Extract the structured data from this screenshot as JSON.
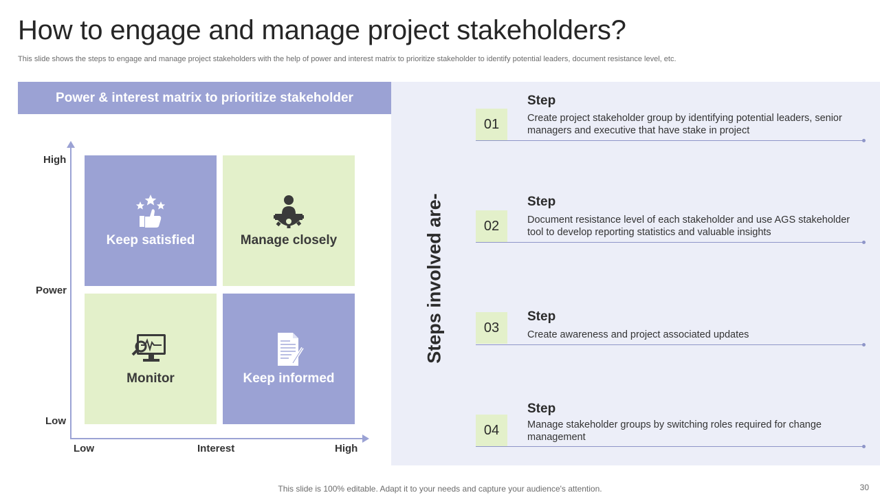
{
  "slide": {
    "title": "How to engage and manage project stakeholders?",
    "subtitle": "This slide shows the steps to engage and manage project stakeholders with the help of power and interest matrix to prioritize stakeholder to identify potential leaders, document resistance level, etc.",
    "footer": "This slide is 100% editable. Adapt it to your needs and capture your audience's attention.",
    "page_number": "30"
  },
  "matrix": {
    "header": "Power & interest matrix to prioritize stakeholder",
    "y_axis": {
      "high": "High",
      "mid": "Power",
      "low": "Low"
    },
    "x_axis": {
      "low": "Low",
      "mid": "Interest",
      "high": "High"
    },
    "quadrants": [
      {
        "label": "Keep satisfied",
        "icon": "thumbs-up-stars-icon",
        "color": "#9ba2d4"
      },
      {
        "label": "Manage closely",
        "icon": "person-gear-icon",
        "color": "#e3f0ca"
      },
      {
        "label": "Monitor",
        "icon": "monitor-magnifier-icon",
        "color": "#e3f0ca"
      },
      {
        "label": "Keep informed",
        "icon": "document-pen-icon",
        "color": "#9ba2d4"
      }
    ]
  },
  "steps_panel": {
    "heading": "Steps involved are-",
    "steps": [
      {
        "number": "01",
        "title": "Step",
        "description": "Create project stakeholder group by identifying potential leaders, senior managers and executive that have stake in project"
      },
      {
        "number": "02",
        "title": "Step",
        "description": "Document resistance level of each stakeholder and use AGS stakeholder tool to develop reporting statistics and valuable insights"
      },
      {
        "number": "03",
        "title": "Step",
        "description": "Create awareness and project associated updates"
      },
      {
        "number": "04",
        "title": "Step",
        "description": "Manage stakeholder groups by switching roles required for change management"
      }
    ]
  },
  "colors": {
    "accent_blue": "#9ba2d4",
    "accent_green": "#e3f0ca",
    "panel_bg": "#eceef8"
  }
}
